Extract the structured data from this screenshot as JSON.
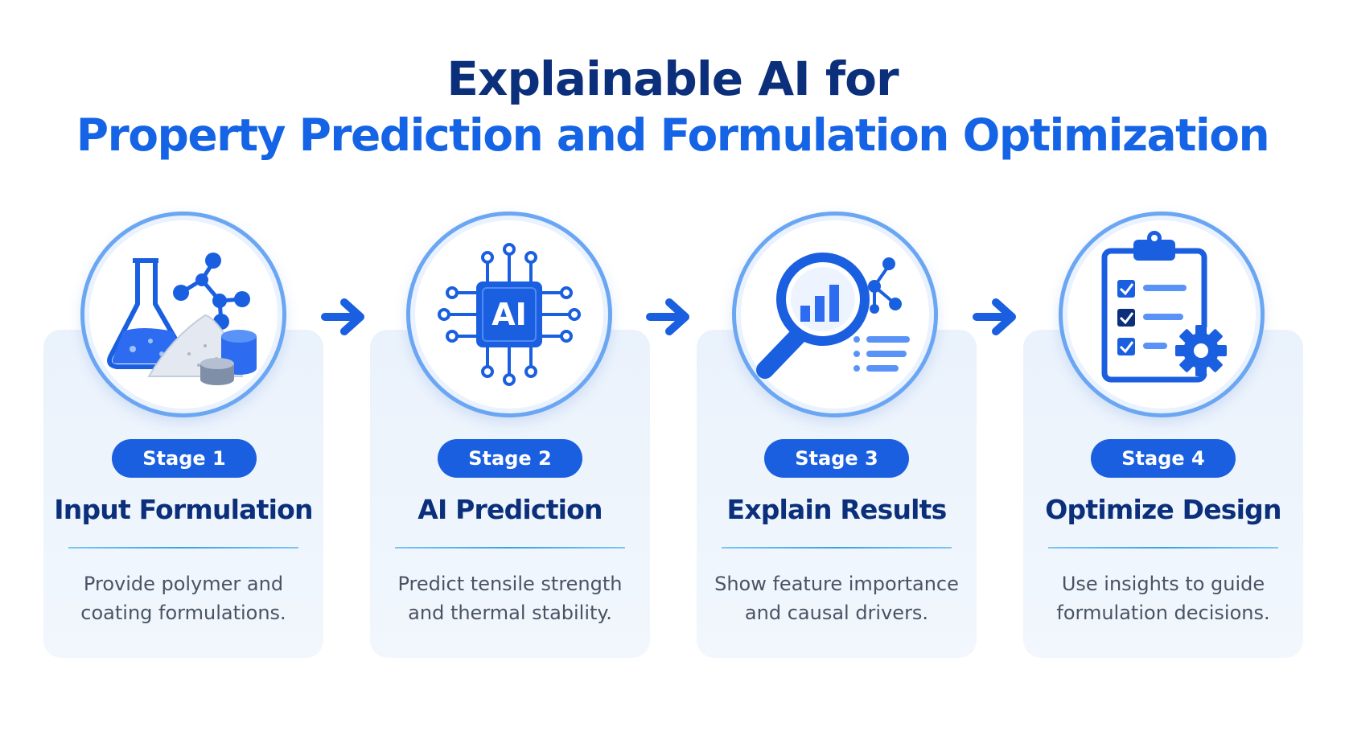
{
  "title": {
    "line1": "Explainable AI for",
    "line2": "Property Prediction and Formulation Optimization"
  },
  "colors": {
    "navy": "#0b2f7a",
    "blue": "#1664e6",
    "badge": "#1a5fe0",
    "card": "#eaf2fc",
    "ring": "#6ba6f2"
  },
  "stages": [
    {
      "badge": "Stage 1",
      "title": "Input Formulation",
      "desc_line1": "Provide polymer and",
      "desc_line2": "coating formulations.",
      "icon": "flask-molecule-icon"
    },
    {
      "badge": "Stage 2",
      "title": "AI Prediction",
      "desc_line1": "Predict tensile strength",
      "desc_line2": "and thermal stability.",
      "icon": "ai-chip-icon",
      "icon_text": "AI"
    },
    {
      "badge": "Stage 3",
      "title": "Explain Results",
      "desc_line1": "Show feature importance",
      "desc_line2": "and causal drivers.",
      "icon": "magnifier-chart-icon"
    },
    {
      "badge": "Stage 4",
      "title": "Optimize Design",
      "desc_line1": "Use insights to guide",
      "desc_line2": "formulation decisions.",
      "icon": "clipboard-gear-icon"
    }
  ]
}
